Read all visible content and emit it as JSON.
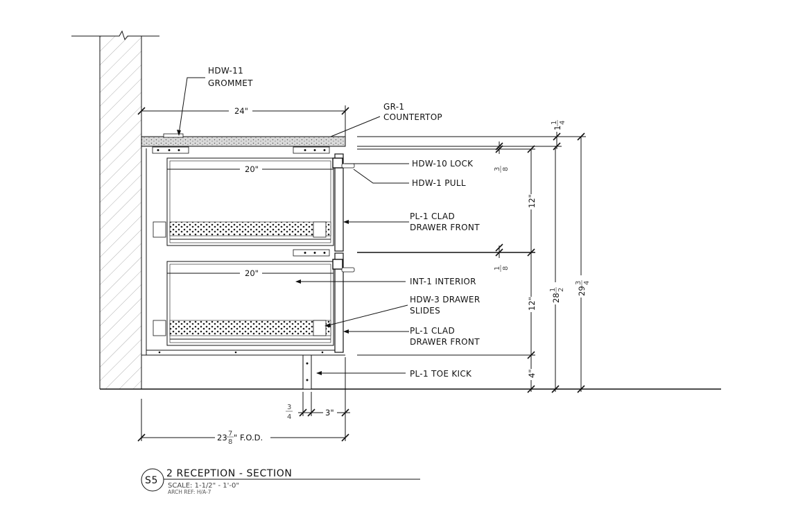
{
  "drawing": {
    "labels": {
      "grommet_code": "HDW-11",
      "grommet_name": "GROMMET",
      "countertop_code": "GR-1",
      "countertop_name": "COUNTERTOP",
      "lock": "HDW-10 LOCK",
      "pull": "HDW-1 PULL",
      "drawer_front_top_1": "PL-1 CLAD",
      "drawer_front_top_2": "DRAWER FRONT",
      "interior": "INT-1 INTERIOR",
      "slides_1": "HDW-3 DRAWER",
      "slides_2": "SLIDES",
      "drawer_front_bot_1": "PL-1 CLAD",
      "drawer_front_bot_2": "DRAWER FRONT",
      "toe_kick": "PL-1 TOE KICK"
    },
    "dimensions": {
      "depth_top": "24\"",
      "drawer_top": "20\"",
      "drawer_bot": "20\"",
      "counter_thk_whole": "1",
      "counter_thk_num": "1",
      "counter_thk_den": "4",
      "gap_top_num": "3",
      "gap_top_den": "8",
      "drawer_h_1": "12\"",
      "gap_mid_num": "1",
      "gap_mid_den": "8",
      "drawer_h_2": "12\"",
      "toe_h": "4\"",
      "h_a_whole": "28",
      "h_a_num": "1",
      "h_a_den": "2",
      "h_b_whole": "29",
      "h_b_num": "3",
      "h_b_den": "4",
      "toe_off_num": "3",
      "toe_off_den": "4",
      "toe_recess": "3\"",
      "fod_whole": "23",
      "fod_num": "7",
      "fod_den": "8",
      "fod_suffix": "\" F.O.D."
    },
    "title_block": {
      "sheet": "S5",
      "title": "2 RECEPTION  - SECTION",
      "scale": "SCALE: 1-1/2\" - 1'-0\"",
      "ref": "ARCH REF: H/A-7"
    }
  }
}
